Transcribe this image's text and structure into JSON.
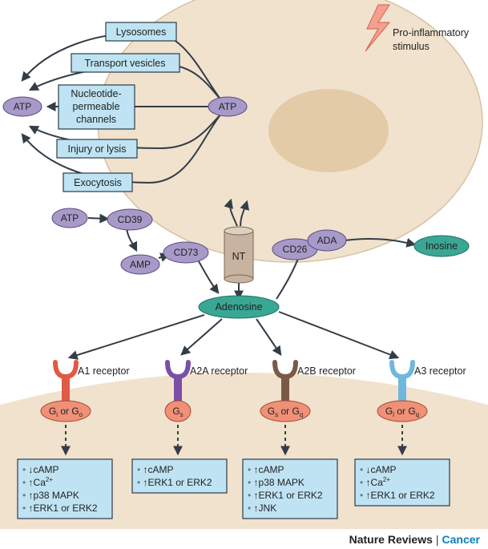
{
  "stimulus": {
    "line1": "Pro-inflammatory",
    "line2": "stimulus"
  },
  "release_routes": [
    "Lysosomes",
    "Transport vesicles",
    "Nucleotide-",
    "permeable",
    "channels",
    "Injury or lysis",
    "Exocytosis"
  ],
  "atp_out": "ATP",
  "atp_in": "ATP",
  "pathway": {
    "atp": "ATP",
    "cd39": "CD39",
    "amp": "AMP",
    "cd73": "CD73",
    "nt": "NT",
    "cd26": "CD26",
    "ada": "ADA",
    "inosine": "Inosine",
    "adenosine": "Adenosine"
  },
  "receptors": [
    {
      "name": "A1 receptor",
      "g_main": "G",
      "g_sub1": "i",
      "g_or": " or G",
      "g_sub2": "o",
      "color": "#e05a44",
      "effects": [
        {
          "arrow": "↓",
          "text": "cAMP"
        },
        {
          "arrow": "↑",
          "text": "Ca",
          "sup": "2+"
        },
        {
          "arrow": "↑",
          "text": "p38 MAPK"
        },
        {
          "arrow": "↑",
          "text": "ERK1 or ERK2"
        }
      ]
    },
    {
      "name": "A2A receptor",
      "g_main": "G",
      "g_sub1": "s",
      "g_or": "",
      "g_sub2": "",
      "color": "#7b4fa6",
      "effects": [
        {
          "arrow": "↑",
          "text": "cAMP"
        },
        {
          "arrow": "↑",
          "text": "ERK1 or ERK2"
        }
      ]
    },
    {
      "name": "A2B receptor",
      "g_main": "G",
      "g_sub1": "s",
      "g_or": " or G",
      "g_sub2": "q",
      "color": "#7a5a47",
      "effects": [
        {
          "arrow": "↑",
          "text": "cAMP"
        },
        {
          "arrow": "↑",
          "text": "p38 MAPK"
        },
        {
          "arrow": "↑",
          "text": "ERK1 or ERK2"
        },
        {
          "arrow": "↑",
          "text": "JNK"
        }
      ]
    },
    {
      "name": "A3 receptor",
      "g_main": "G",
      "g_sub1": "i",
      "g_or": " or G",
      "g_sub2": "q",
      "color": "#6fb8dd",
      "effects": [
        {
          "arrow": "↓",
          "text": "cAMP"
        },
        {
          "arrow": "↑",
          "text": "Ca",
          "sup": "2+"
        },
        {
          "arrow": "↑",
          "text": "ERK1 or ERK2"
        }
      ]
    }
  ],
  "brand": {
    "journal": "Nature Reviews",
    "section": "Cancer"
  }
}
